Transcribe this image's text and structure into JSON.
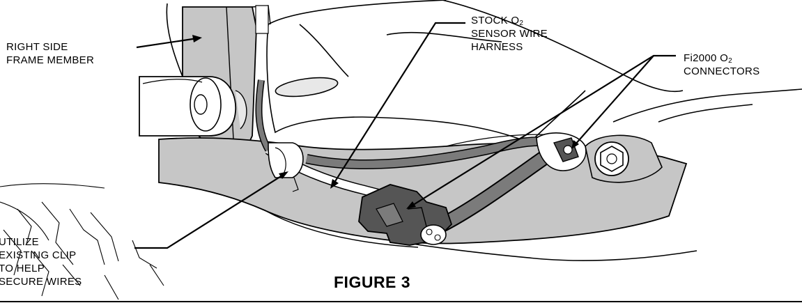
{
  "figure": {
    "caption": "FIGURE 3",
    "colors": {
      "part_fill": "#c6c6c6",
      "wire_fill": "#7b7b7b",
      "connector_fill": "#555555",
      "outline": "#000000",
      "background": "#ffffff"
    },
    "labels": {
      "right_side_frame_member": {
        "lines": [
          "RIGHT SIDE",
          "FRAME MEMBER"
        ]
      },
      "stock_harness": {
        "line1_prefix": "STOCK O",
        "line1_sub": "2",
        "line2": "SENSOR WIRE",
        "line3": "HARNESS"
      },
      "fi2000_connectors": {
        "line1_prefix": "Fi2000 O",
        "line1_sub": "2",
        "line2": "CONNECTORS"
      },
      "utilize_clip": {
        "lines": [
          "UTILIZE",
          "EXISTING CLIP",
          "TO HELP",
          "SECURE WIRES"
        ]
      }
    }
  }
}
